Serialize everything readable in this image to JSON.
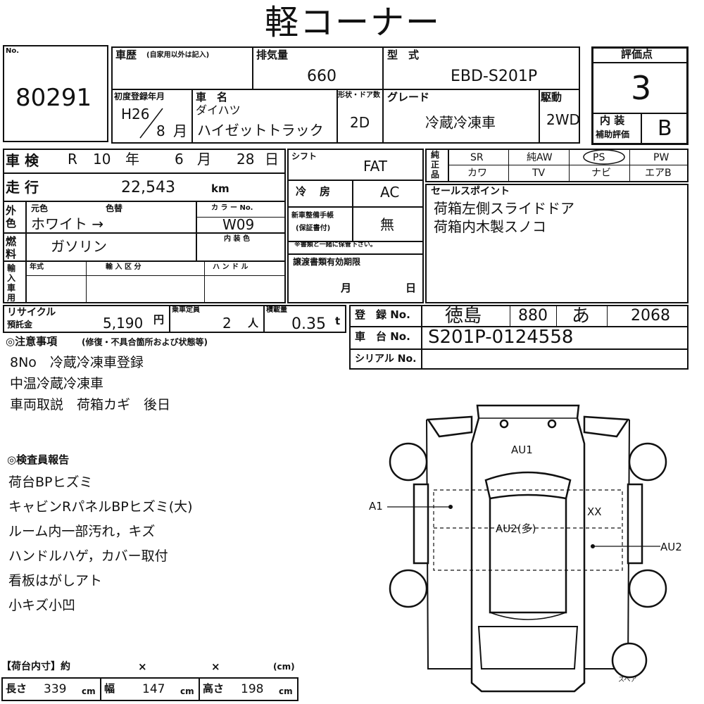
{
  "title": "軽コーナー",
  "lot": {
    "label": "No.",
    "value": "80291"
  },
  "history": {
    "label": "車歴",
    "sub": "(自家用以外は記入)"
  },
  "displacement": {
    "label": "排気量",
    "value": "660"
  },
  "model": {
    "label": "型　式",
    "value": "EBD-S201P"
  },
  "rating": {
    "label": "評価点",
    "value": "3",
    "interior_label_1": "内 装",
    "interior_label_2": "補助評価",
    "interior_value": "B"
  },
  "first_reg": {
    "label": "初度登録年月",
    "era_year": "H26",
    "month": "8",
    "month_unit": "月"
  },
  "car_name": {
    "label": "車　名",
    "maker": "ダイハツ",
    "name": "ハイゼットトラック"
  },
  "body": {
    "label": "形状・ドア数",
    "value": "2D"
  },
  "grade": {
    "label": "グレード",
    "value": "冷蔵冷凍車"
  },
  "drive": {
    "label": "駆動",
    "value": "2WD"
  },
  "inspection": {
    "label": "車 検",
    "era": "R",
    "year": "10",
    "year_unit": "年",
    "month": "6",
    "month_unit": "月",
    "day": "28",
    "day_unit": "日"
  },
  "shift": {
    "label": "シフト",
    "value": "FAT"
  },
  "equipment": {
    "label": "純 正 品",
    "row1": [
      "SR",
      "純AW",
      "PS",
      "PW"
    ],
    "row2": [
      "カワ",
      "TV",
      "ナビ",
      "エアB"
    ]
  },
  "mileage": {
    "label": "走 行",
    "value": "22,543",
    "unit": "km"
  },
  "aircon": {
    "label": "冷　房",
    "value": "AC"
  },
  "sales_point": {
    "label": "セールスポイント",
    "lines": [
      "荷箱左側スライドドア",
      "荷箱内木製スノコ"
    ]
  },
  "exterior": {
    "label": "外 色",
    "orig_label": "元色",
    "repaint_label": "色替",
    "value": "ホワイト →",
    "color_label": "カ ラ ー No.",
    "color_no": "W09"
  },
  "service_book": {
    "label_1": "新車整備手帳",
    "label_2": "(保証書付)",
    "value": "無",
    "note": "※書類と一緒に保管下さい。"
  },
  "fuel": {
    "label": "燃 料",
    "value": "ガソリン",
    "interior_color_label": "内 装 色"
  },
  "import": {
    "label": "輸 入 車 用",
    "year_label": "年式",
    "cat_label": "輸 入 区 分",
    "handle_label": "ハ ン ド ル"
  },
  "transfer": {
    "label": "譲渡書類有効期限",
    "month_unit": "月",
    "day_unit": "日"
  },
  "recycle": {
    "label_1": "リサイクル",
    "label_2": "預託金",
    "value": "5,190",
    "unit": "円"
  },
  "capacity": {
    "label": "乗車定員",
    "value": "2",
    "unit": "人"
  },
  "load": {
    "label": "積載量",
    "value": "0.35",
    "unit": "t"
  },
  "registration": {
    "label": "登　録 No.",
    "region": "徳島",
    "class": "880",
    "kana": "あ",
    "number": "2068"
  },
  "chassis": {
    "label": "車　台 No.",
    "value": "S201P-0124558"
  },
  "serial": {
    "label": "シリアル No."
  },
  "notes": {
    "label": "◎注意事項",
    "sub": "(修復・不具合箇所および状態等)",
    "lines": [
      "8No　冷蔵冷凍車登録",
      "中温冷蔵冷凍車",
      "車両取説　荷箱カギ　後日"
    ]
  },
  "inspector": {
    "label": "◎検査員報告",
    "lines": [
      "荷台BPヒズミ",
      "キャビンRパネルBPヒズミ(大)",
      "ルーム内一部汚れ，キズ",
      "ハンドルハゲ，カバー取付",
      "看板はがしアト",
      "小キズ小凹"
    ]
  },
  "diagram": {
    "au1": "AU1",
    "a1": "A1",
    "au2_center": "AU2(多)",
    "xx": "XX",
    "au2_right": "AU2",
    "spare": "スペア"
  },
  "bed": {
    "label": "【荷台内寸】約",
    "x1": "×",
    "x2": "×",
    "unit": "(cm)",
    "length_label": "長さ",
    "length": "339",
    "width_label": "幅",
    "width": "147",
    "height_label": "高さ",
    "height": "198",
    "cm": "cm"
  }
}
